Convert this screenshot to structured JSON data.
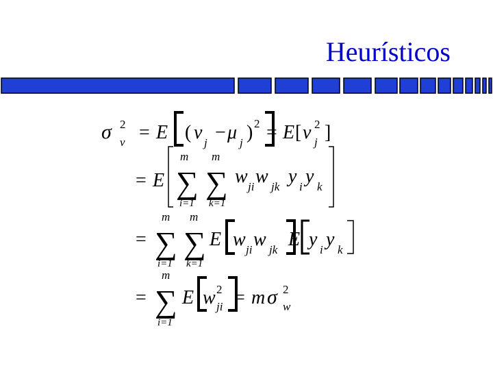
{
  "slide": {
    "title": "Heurísticos",
    "accent_color": "#0000cc",
    "bar_fill_color": "#1f3fd6",
    "bar_stroke_color": "#000000"
  },
  "equation": {
    "line1": {
      "sigma": "σ",
      "sigma_sup": "2",
      "sigma_sub": "v",
      "eq": "=",
      "E": "E",
      "v": "v",
      "sub_j": "j",
      "minus": "−",
      "mu": "μ",
      "sub_j2": "j",
      "sq": "2",
      "eq2": "=",
      "E2": "E",
      "lbr": "[",
      "v2": "v",
      "v2_sup": "2",
      "v2_sub": "j",
      "rbr": "]"
    },
    "line2": {
      "eq": "=",
      "E": "E",
      "sum": "∑",
      "upper1": "m",
      "upper2": "m",
      "lower1": "i=1",
      "lower2": "k=1",
      "w1": "w",
      "w1_sub": "ji",
      "w2": "w",
      "w2_sub": "jk",
      "y1": "y",
      "y1_sub": "i",
      "y2": "y",
      "y2_sub": "k"
    },
    "line3": {
      "eq": "=",
      "sum": "∑",
      "upper1": "m",
      "upper2": "m",
      "lower1": "i=1",
      "lower2": "k=1",
      "E": "E",
      "w1": "w",
      "w1_sub": "ji",
      "w2": "w",
      "w2_sub": "jk",
      "E2": "E",
      "y1": "y",
      "y1_sub": "i",
      "y2": "y",
      "y2_sub": "k"
    },
    "line4": {
      "eq": "=",
      "sum": "∑",
      "upper": "m",
      "lower": "i=1",
      "E": "E",
      "w": "w",
      "w_sup": "2",
      "w_sub": "ji",
      "eq2": "=",
      "m": "m",
      "sigma": "σ",
      "sigma_sup": "2",
      "sigma_sub": "w"
    }
  }
}
